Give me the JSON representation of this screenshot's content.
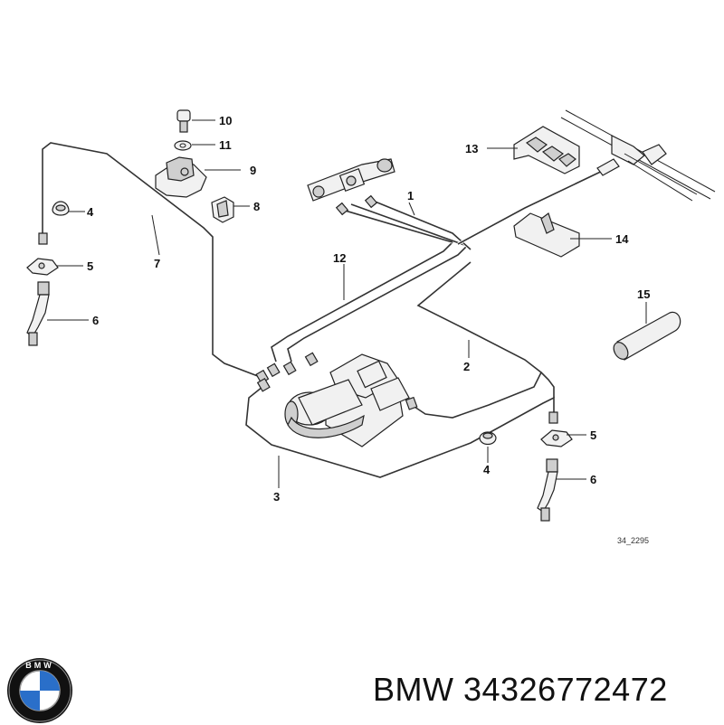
{
  "callouts": [
    {
      "id": "c1",
      "label": "1"
    },
    {
      "id": "c2",
      "label": "2"
    },
    {
      "id": "c3",
      "label": "3"
    },
    {
      "id": "c4a",
      "label": "4"
    },
    {
      "id": "c4b",
      "label": "4"
    },
    {
      "id": "c5a",
      "label": "5"
    },
    {
      "id": "c5b",
      "label": "5"
    },
    {
      "id": "c6a",
      "label": "6"
    },
    {
      "id": "c6b",
      "label": "6"
    },
    {
      "id": "c7",
      "label": "7"
    },
    {
      "id": "c8",
      "label": "8"
    },
    {
      "id": "c9",
      "label": "9"
    },
    {
      "id": "c10",
      "label": "10"
    },
    {
      "id": "c11",
      "label": "11"
    },
    {
      "id": "c12",
      "label": "12"
    },
    {
      "id": "c13",
      "label": "13"
    },
    {
      "id": "c14",
      "label": "14"
    },
    {
      "id": "c15",
      "label": "15"
    }
  ],
  "diagram_ref": "34_2295",
  "brand": "BMW",
  "part_number": "34326772472",
  "logo": {
    "icon": "bmw-roundel-icon",
    "text": "BMW",
    "colors": {
      "ring": "#111111",
      "blue": "#2a6fc9",
      "white": "#ffffff"
    }
  }
}
